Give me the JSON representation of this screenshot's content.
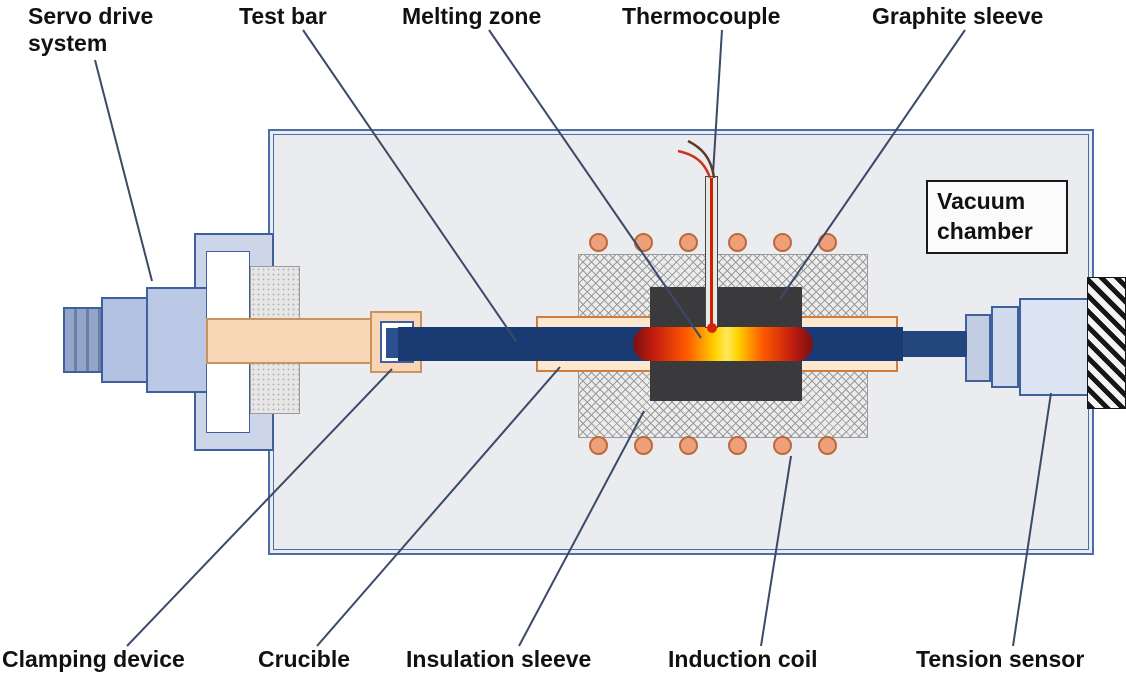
{
  "figure": {
    "labels": {
      "servo_drive": "Servo drive system",
      "test_bar": "Test bar",
      "melting_zone": "Melting zone",
      "thermocouple": "Thermocouple",
      "graphite_sleeve": "Graphite sleeve",
      "vacuum_chamber": "Vacuum chamber",
      "clamping_device": "Clamping device",
      "crucible": "Crucible",
      "insulation_sleeve": "Insulation sleeve",
      "induction_coil": "Induction coil",
      "tension_sensor": "Tension sensor"
    },
    "colors": {
      "chamber_border": "#4a6fa8",
      "chamber_fill": "#ebecef",
      "test_bar": "#1a3a74",
      "shaft": "#f8d5b4",
      "crucible_outline": "#cf7f3d",
      "graphite": "#3a3a3c",
      "coil": "#eea07a",
      "melting_center": "#ffd400",
      "leader_line": "#3a4a68"
    }
  }
}
